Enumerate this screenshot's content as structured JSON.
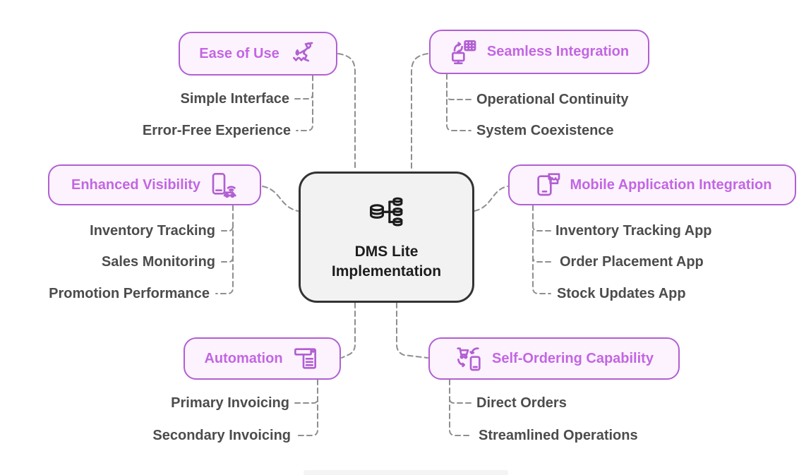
{
  "diagram": {
    "central": {
      "title_line1": "DMS Lite",
      "title_line2": "Implementation",
      "icon": "database-distribution-icon"
    },
    "branches": [
      {
        "label": "Ease of Use",
        "icon": "watering-person-icon",
        "side": "left-top",
        "leaves": [
          "Simple Interface",
          "Error-Free Experience"
        ]
      },
      {
        "label": "Seamless Integration",
        "icon": "system-sync-icon",
        "side": "right-top",
        "leaves": [
          "Operational Continuity",
          "System Coexistence"
        ]
      },
      {
        "label": "Enhanced Visibility",
        "icon": "connected-vehicle-icon",
        "side": "left-middle",
        "leaves": [
          "Inventory Tracking",
          "Sales Monitoring",
          "Promotion Performance"
        ]
      },
      {
        "label": "Mobile Application Integration",
        "icon": "mobile-store-icon",
        "side": "right-middle",
        "leaves": [
          "Inventory Tracking App",
          "Order Placement App",
          "Stock Updates App"
        ]
      },
      {
        "label": "Automation",
        "icon": "invoice-document-icon",
        "side": "left-bottom",
        "leaves": [
          "Primary Invoicing",
          "Secondary Invoicing"
        ]
      },
      {
        "label": "Self-Ordering Capability",
        "icon": "cart-phone-sync-icon",
        "side": "right-bottom",
        "leaves": [
          "Direct Orders",
          "Streamlined Operations"
        ]
      }
    ],
    "colors": {
      "branch_border": "#b15fd2",
      "branch_fill": "#fdf3fe",
      "branch_label": "#c266e2",
      "leaf_text": "#4c4c4c",
      "connector": "#8e8e8e",
      "central_border": "#333333",
      "central_fill": "#f2f2f2",
      "central_text": "#1c1c1c"
    }
  }
}
